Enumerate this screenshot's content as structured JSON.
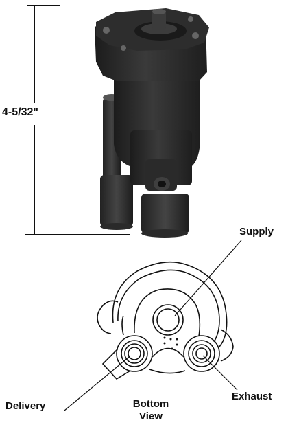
{
  "dimension": {
    "text": "4-5/32\""
  },
  "ports": {
    "supply": "Supply",
    "delivery": "Delivery",
    "exhaust": "Exhaust"
  },
  "view_caption": {
    "line1": "Bottom",
    "line2": "View"
  },
  "colors": {
    "body": "#2a2a2a",
    "body_highlight": "#4a4a4a",
    "line": "#111111",
    "background": "#ffffff"
  }
}
